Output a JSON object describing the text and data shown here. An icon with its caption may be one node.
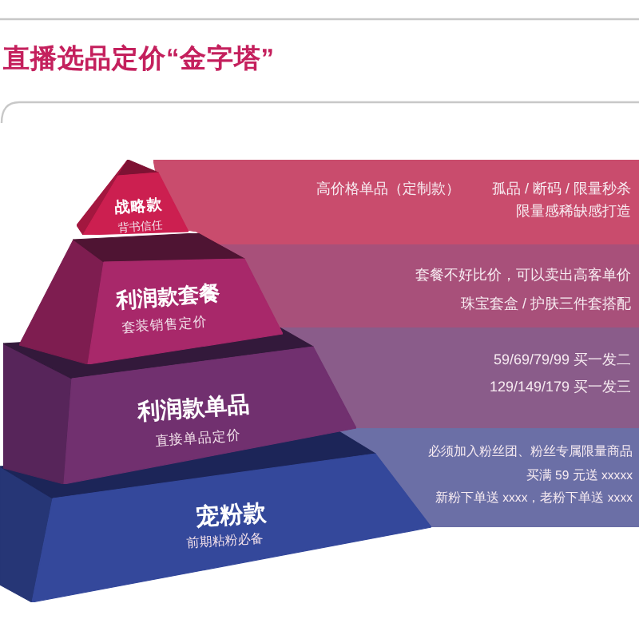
{
  "diagram": {
    "title": "直播选品定价“金字塔”",
    "nodes": [
      {
        "text": [
          "战略款",
          "背书信任"
        ]
      },
      {
        "text": [
          "高价格单品（定制款）",
          "孤品 / 断码 / 限量秒杀",
          "限量感稀缺感打造"
        ]
      },
      {
        "text": [
          "利润款套餐",
          "套装销售定价"
        ]
      },
      {
        "text": [
          "套餐不好比价，可以卖出高客单价",
          "珠宝套盒 / 护肤三件套搭配"
        ]
      },
      {
        "text": [
          "利润款单品",
          "直接单品定价"
        ]
      },
      {
        "text": [
          "59/69/79/99 买一发二",
          "129/149/179 买一发三"
        ]
      },
      {
        "text": [
          "宠粉款",
          "前期粘粉必备"
        ]
      },
      {
        "text": [
          "必须加入粉丝团、粉丝专属限量商品",
          "买满 59 元送 xxxxx",
          "新粉下单送 xxxx，老粉下单送 xxxx"
        ]
      }
    ]
  }
}
